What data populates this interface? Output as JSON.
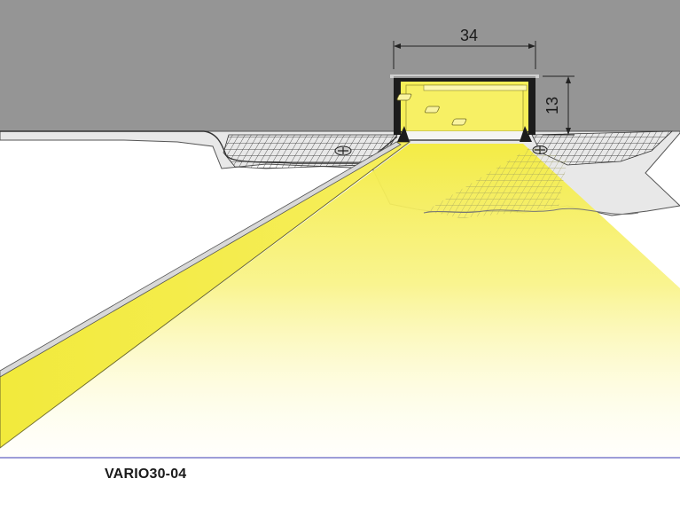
{
  "dimensions": {
    "width_label": "34",
    "height_label": "13"
  },
  "product": {
    "code": "VARIO30-04"
  },
  "colors": {
    "ceiling": "#959595",
    "light": "#f7f05a",
    "profile": "#1c1c1c",
    "mesh": "#3a3a3a",
    "plaster": "#e9e9e9"
  }
}
